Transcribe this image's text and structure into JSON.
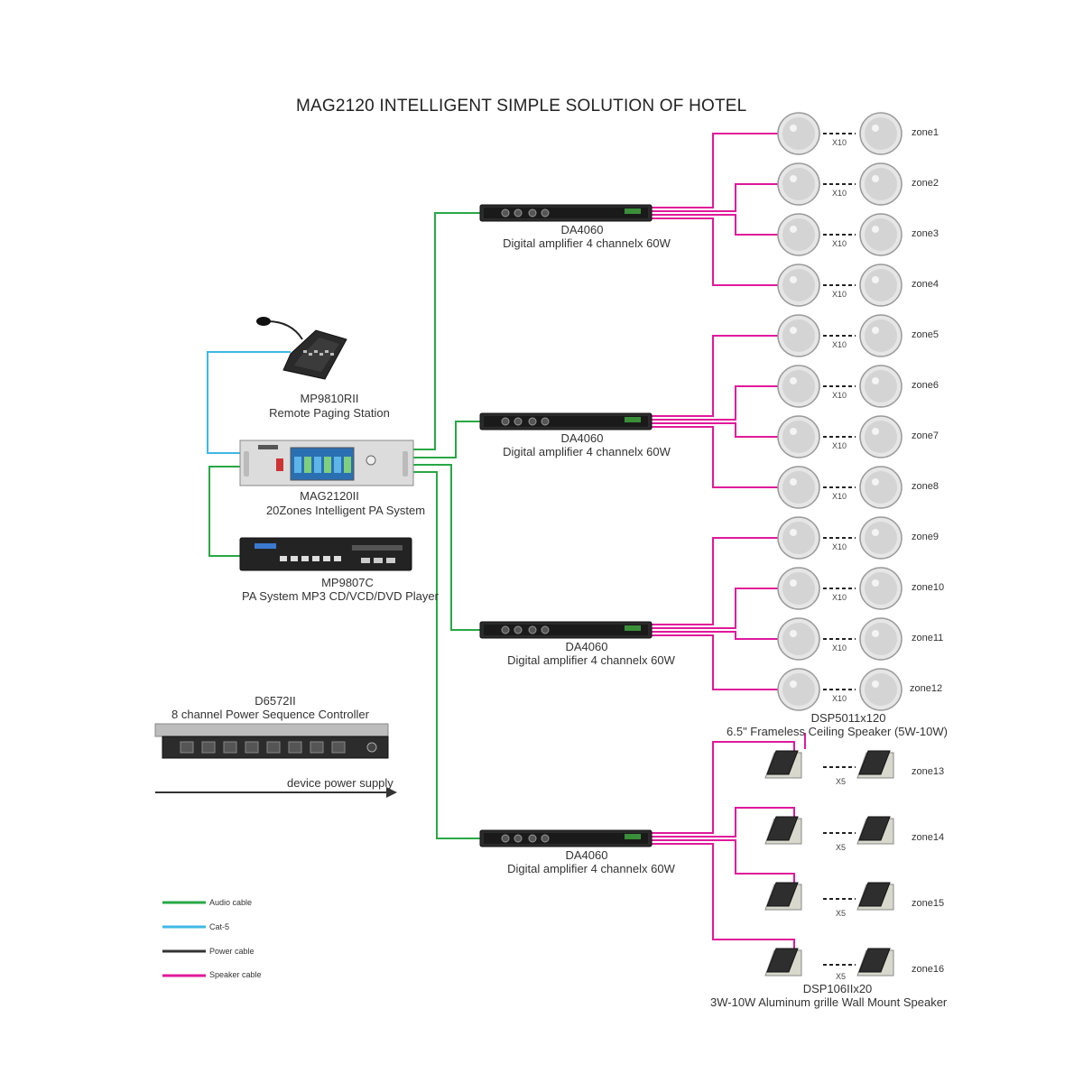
{
  "title": "MAG2120 INTELLIGENT SIMPLE SOLUTION OF HOTEL",
  "devices": {
    "paging_station": {
      "model": "MP9810RII",
      "description": "Remote  Paging  Station"
    },
    "pa_system": {
      "model": "MAG2120II",
      "description": "20Zones  Intelligent  PA  System"
    },
    "player": {
      "model": "MP9807C",
      "description": "PA  System  MP3  CD/VCD/DVD  Player"
    },
    "sequencer": {
      "model": "D6572II",
      "description": "8 channel  Power Sequence Controller"
    },
    "amplifiers": [
      {
        "model": "DA4060",
        "description": "Digital amplifier 4 channelx 60W"
      },
      {
        "model": "DA4060",
        "description": "Digital amplifier 4 channelx 60W"
      },
      {
        "model": "DA4060",
        "description": "Digital amplifier 4 channelx 60W"
      },
      {
        "model": "DA4060",
        "description": "Digital amplifier 4 channelx 60W"
      }
    ]
  },
  "power_supply_label": "device power supply",
  "ceiling_speaker": {
    "model": "DSP5011x120",
    "description": "6.5\" Frameless Ceiling Speaker (5W-10W)",
    "multiplier": "X10"
  },
  "wall_speaker": {
    "model": "DSP106IIx20",
    "description": "3W-10W Aluminum grille Wall Mount Speaker",
    "multiplier": "X5"
  },
  "zones": [
    "zone1",
    "zone2",
    "zone3",
    "zone4",
    "zone5",
    "zone6",
    "zone7",
    "zone8",
    "zone9",
    "zone10",
    "zone11",
    "zone12",
    "zone13",
    "zone14",
    "zone15",
    "zone16"
  ],
  "legend": [
    {
      "label": "Audio cable",
      "color": "#27a845"
    },
    {
      "label": "Cat-5",
      "color": "#3fb7e6"
    },
    {
      "label": "Power cable",
      "color": "#333333"
    },
    {
      "label": "Speaker cable",
      "color": "#e0199a"
    }
  ],
  "colors": {
    "audio": "#27a845",
    "cat5": "#3fb7e6",
    "power": "#333333",
    "speaker": "#e0199a"
  }
}
